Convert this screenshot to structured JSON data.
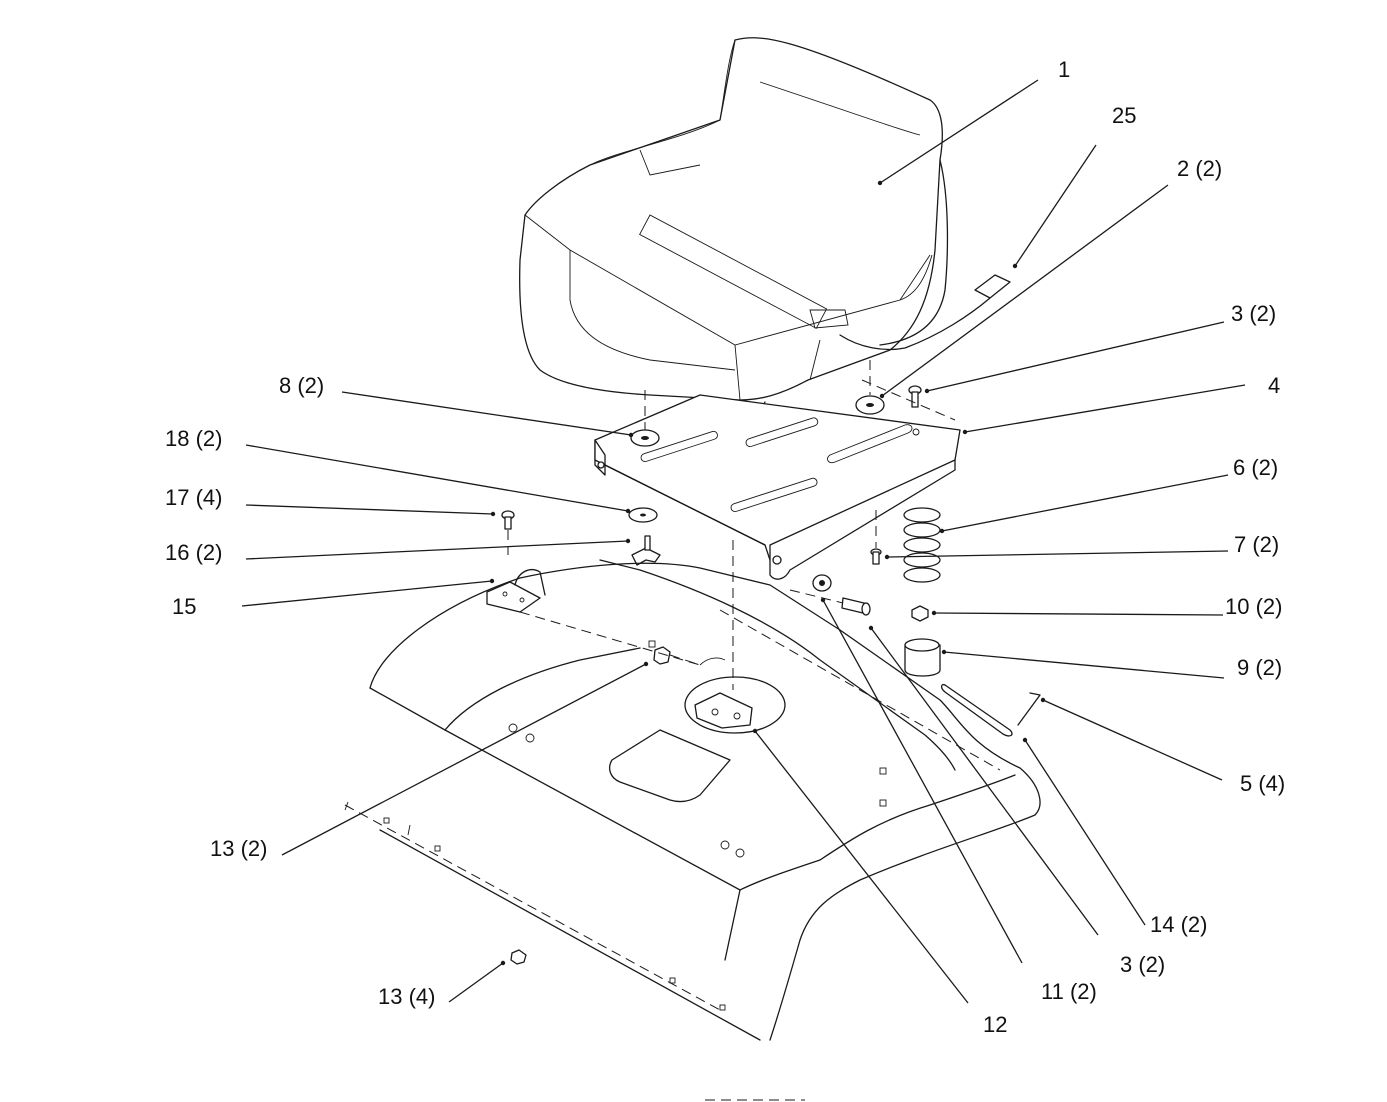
{
  "callouts": [
    {
      "id": "c1",
      "label": "1"
    },
    {
      "id": "c25",
      "label": "25"
    },
    {
      "id": "c2",
      "label": "2 (2)"
    },
    {
      "id": "c3a",
      "label": "3 (2)"
    },
    {
      "id": "c4",
      "label": "4"
    },
    {
      "id": "c8",
      "label": "8 (2)"
    },
    {
      "id": "c18",
      "label": "18 (2)"
    },
    {
      "id": "c6",
      "label": "6 (2)"
    },
    {
      "id": "c17",
      "label": "17 (4)"
    },
    {
      "id": "c7",
      "label": "7 (2)"
    },
    {
      "id": "c16",
      "label": "16 (2)"
    },
    {
      "id": "c15",
      "label": "15"
    },
    {
      "id": "c10",
      "label": "10 (2)"
    },
    {
      "id": "c9",
      "label": "9 (2)"
    },
    {
      "id": "c5",
      "label": "5 (4)"
    },
    {
      "id": "c13a",
      "label": "13 (2)"
    },
    {
      "id": "c14",
      "label": "14 (2)"
    },
    {
      "id": "c3b",
      "label": "3 (2)"
    },
    {
      "id": "c11",
      "label": "11 (2)"
    },
    {
      "id": "c13b",
      "label": "13 (4)"
    },
    {
      "id": "c12",
      "label": "12"
    }
  ]
}
